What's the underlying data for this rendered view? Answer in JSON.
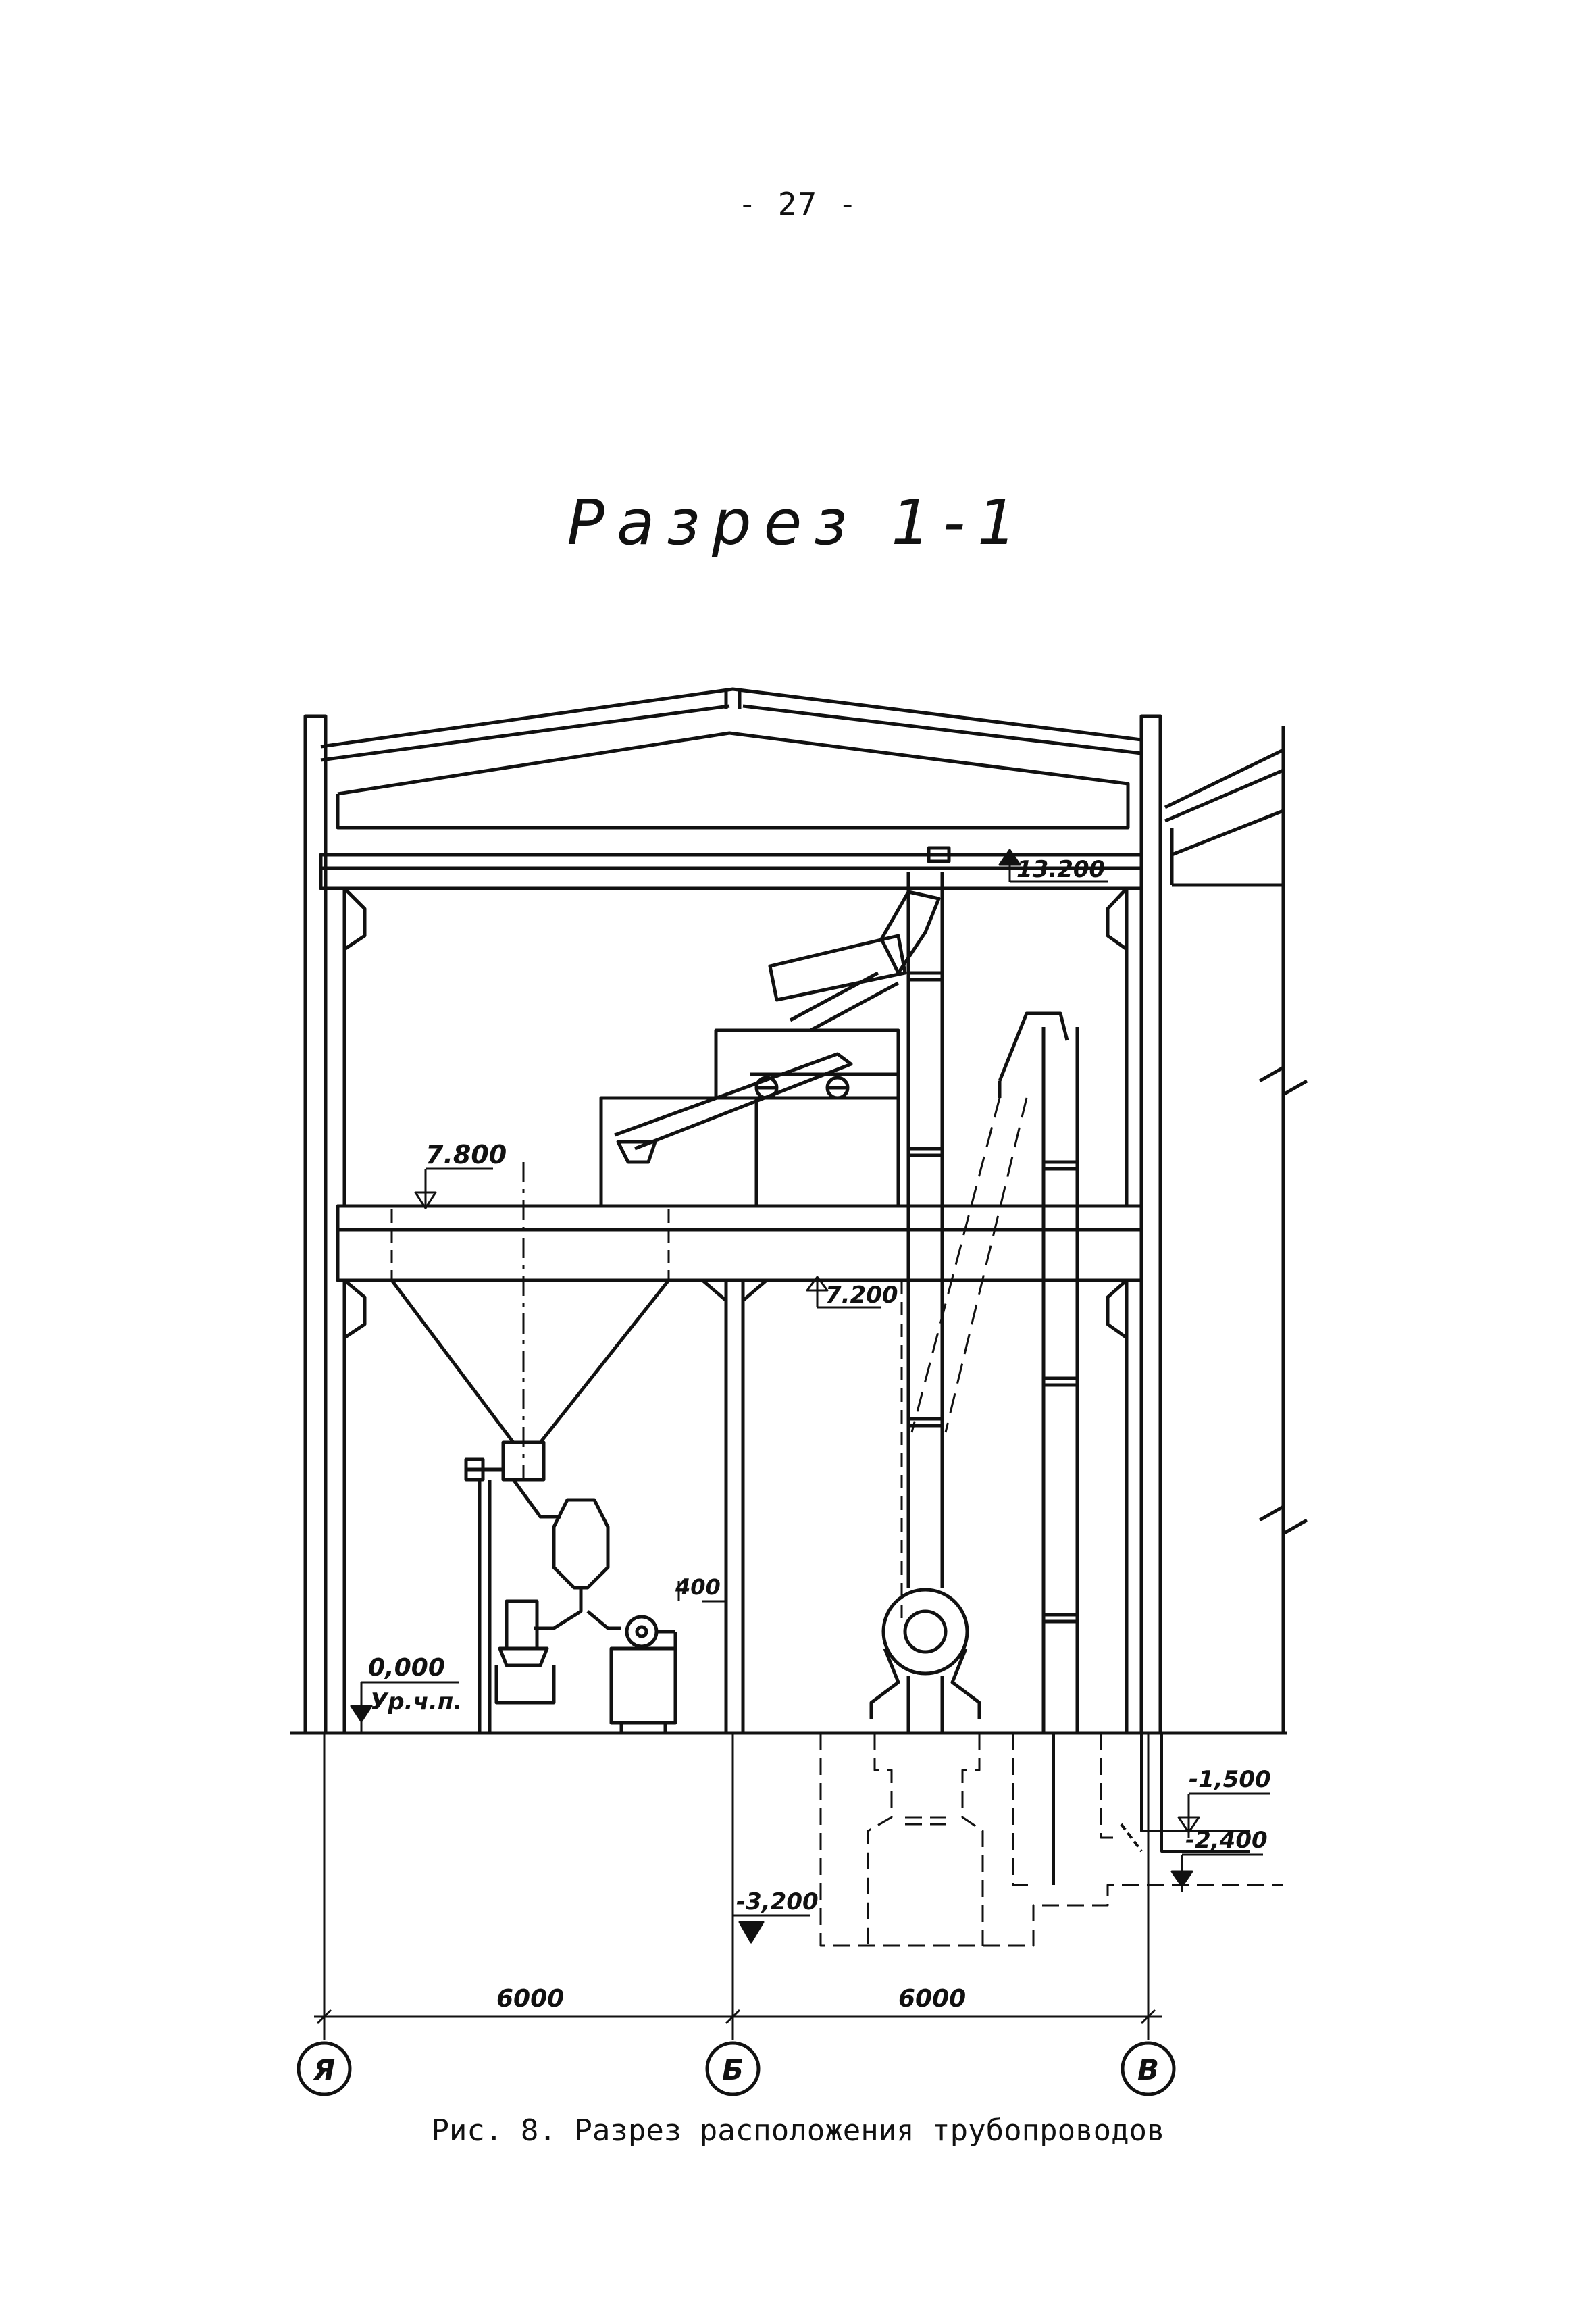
{
  "page": {
    "number": "- 27 -"
  },
  "title": "Разрез 1-1",
  "levels": {
    "roof": "13.200",
    "floor_top": "7.800",
    "floor_bottom": "7.200",
    "ground": "0,000",
    "ground_note": "Ур.ч.п.",
    "pit_1": "-1,500",
    "pit_2": "-2,400",
    "pit_3": "-3,200"
  },
  "dimensions": {
    "span_left": "6000",
    "span_right": "6000",
    "offset": "400"
  },
  "axes": [
    "Я",
    "Б",
    "В"
  ],
  "caption": "Рис. 8. Разрез расположения трубопроводов"
}
